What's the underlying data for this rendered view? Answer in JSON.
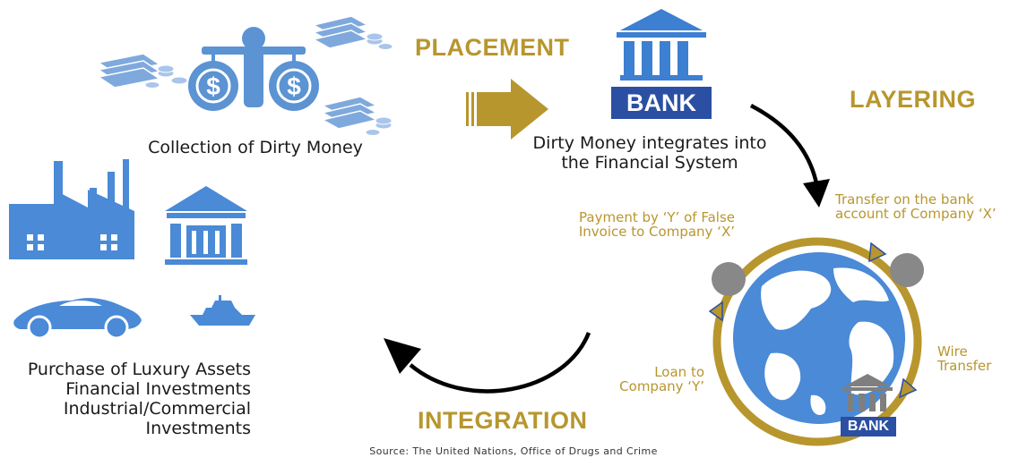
{
  "stages": {
    "placement": "PLACEMENT",
    "layering": "LAYERING",
    "integration": "INTEGRATION"
  },
  "captions": {
    "collection": "Collection of Dirty Money",
    "integrates_line1": "Dirty Money integrates into",
    "integrates_line2": "the Financial System",
    "purchase_lines": [
      "Purchase of Luxury Assets",
      "Financial Investments",
      "Industrial/Commercial",
      "Investments"
    ]
  },
  "layering_steps": {
    "transfer_line1": "Transfer on the bank",
    "transfer_line2": "account of Company ‘X’",
    "payment_line1": "Payment by ‘Y’ of False",
    "payment_line2": "Invoice to Company ‘X’",
    "wire_line1": "Wire",
    "wire_line2": "Transfer",
    "loan_line1": "Loan to",
    "loan_line2": "Company ‘Y’"
  },
  "bank_labels": {
    "main": "BANK",
    "small": "BANK"
  },
  "source": "Source: The United Nations, Office of Drugs and Crime",
  "colors": {
    "gold": "#b8962e",
    "icon_blue": "#5b93d3",
    "bank_navy": "#2b4fa2",
    "node_gray": "#888888"
  },
  "icons": [
    "money-bag-icon",
    "cash-stack-icon",
    "coin-stack-icon",
    "bank-icon",
    "factory-icon",
    "building-icon",
    "car-icon",
    "yacht-icon",
    "globe-icon",
    "arrow-icon"
  ]
}
